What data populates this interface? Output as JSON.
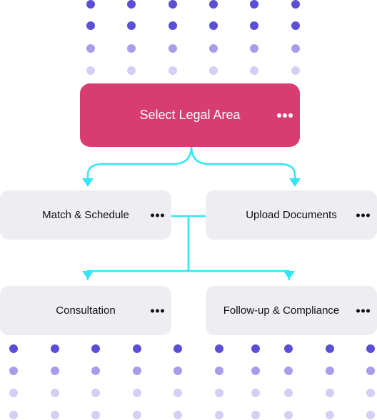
{
  "colors": {
    "primary_node": "#D83D72",
    "secondary_node": "#EEEEF2",
    "connector": "#33E6F5",
    "dot_dark": "#5B4FD8",
    "dot_medium": "#A99CEB",
    "dot_light": "#D5CEF5"
  },
  "nodes": {
    "root": {
      "label": "Select Legal Area",
      "icon": "more-horizontal-icon"
    },
    "match": {
      "label": "Match & Schedule",
      "icon": "more-horizontal-icon"
    },
    "upload": {
      "label": "Upload Documents",
      "icon": "more-horizontal-icon"
    },
    "consultation": {
      "label": "Consultation",
      "icon": "more-horizontal-icon"
    },
    "followup": {
      "label": "Follow-up & Compliance",
      "icon": "more-horizontal-icon"
    }
  },
  "edges": [
    {
      "from": "root",
      "to": "match"
    },
    {
      "from": "root",
      "to": "upload"
    },
    {
      "from": "match",
      "to": "consultation"
    },
    {
      "from": "match",
      "to": "followup"
    },
    {
      "from": "upload",
      "to": "consultation"
    },
    {
      "from": "upload",
      "to": "followup"
    }
  ]
}
